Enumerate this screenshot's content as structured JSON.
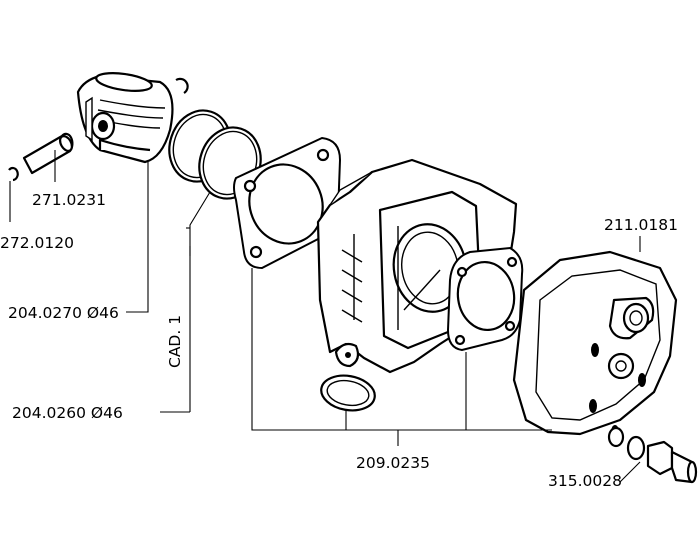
{
  "labels": {
    "wrist_pin": "271.0231",
    "circlip": "272.0120",
    "piston": "204.0270 Ø46",
    "rings_set": "CAD. 1",
    "ring": "204.0260 Ø46",
    "cylinder_kit": "209.0235",
    "head": "211.0181",
    "fitting": "315.0028"
  }
}
